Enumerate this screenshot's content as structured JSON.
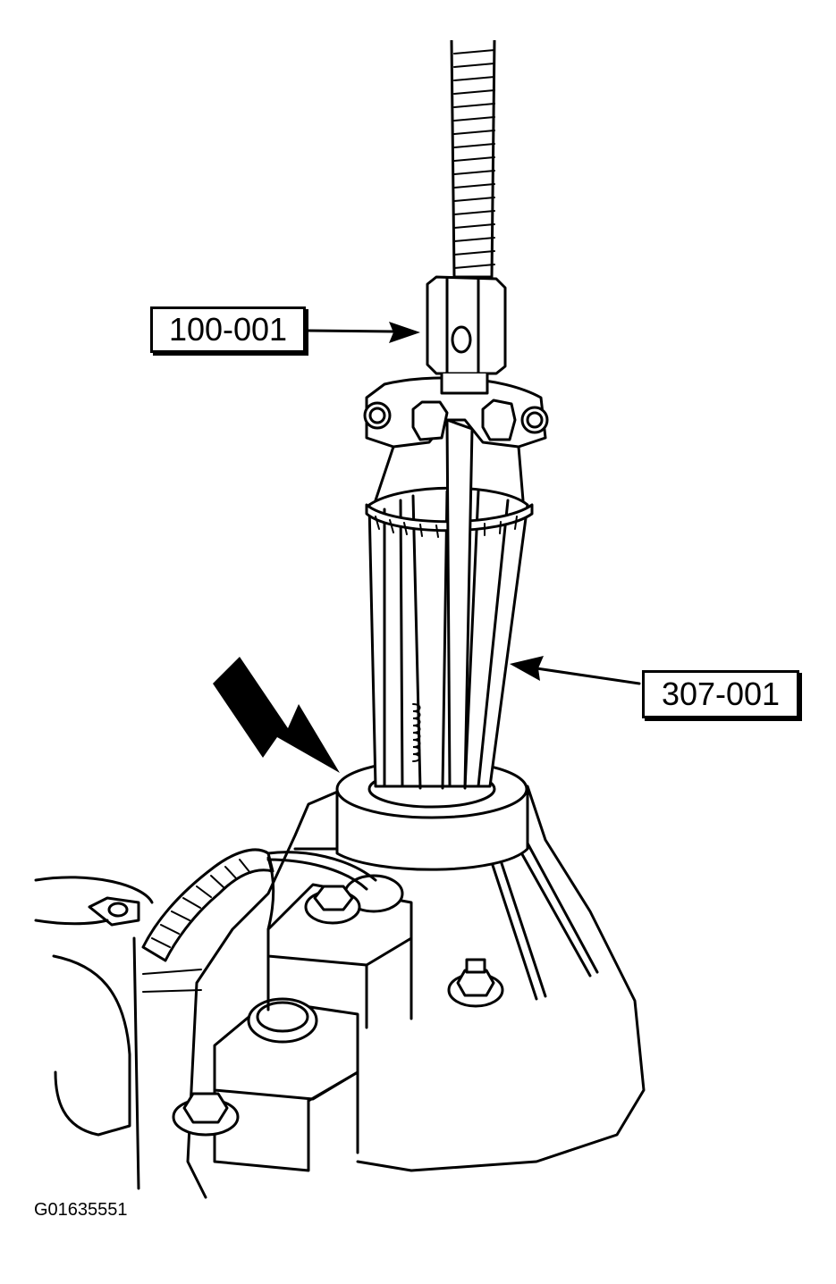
{
  "labels": {
    "tool_upper": "100-001",
    "tool_lower": "307-001"
  },
  "figure_id": "G01635551",
  "colors": {
    "line": "#000000",
    "background": "#ffffff"
  }
}
